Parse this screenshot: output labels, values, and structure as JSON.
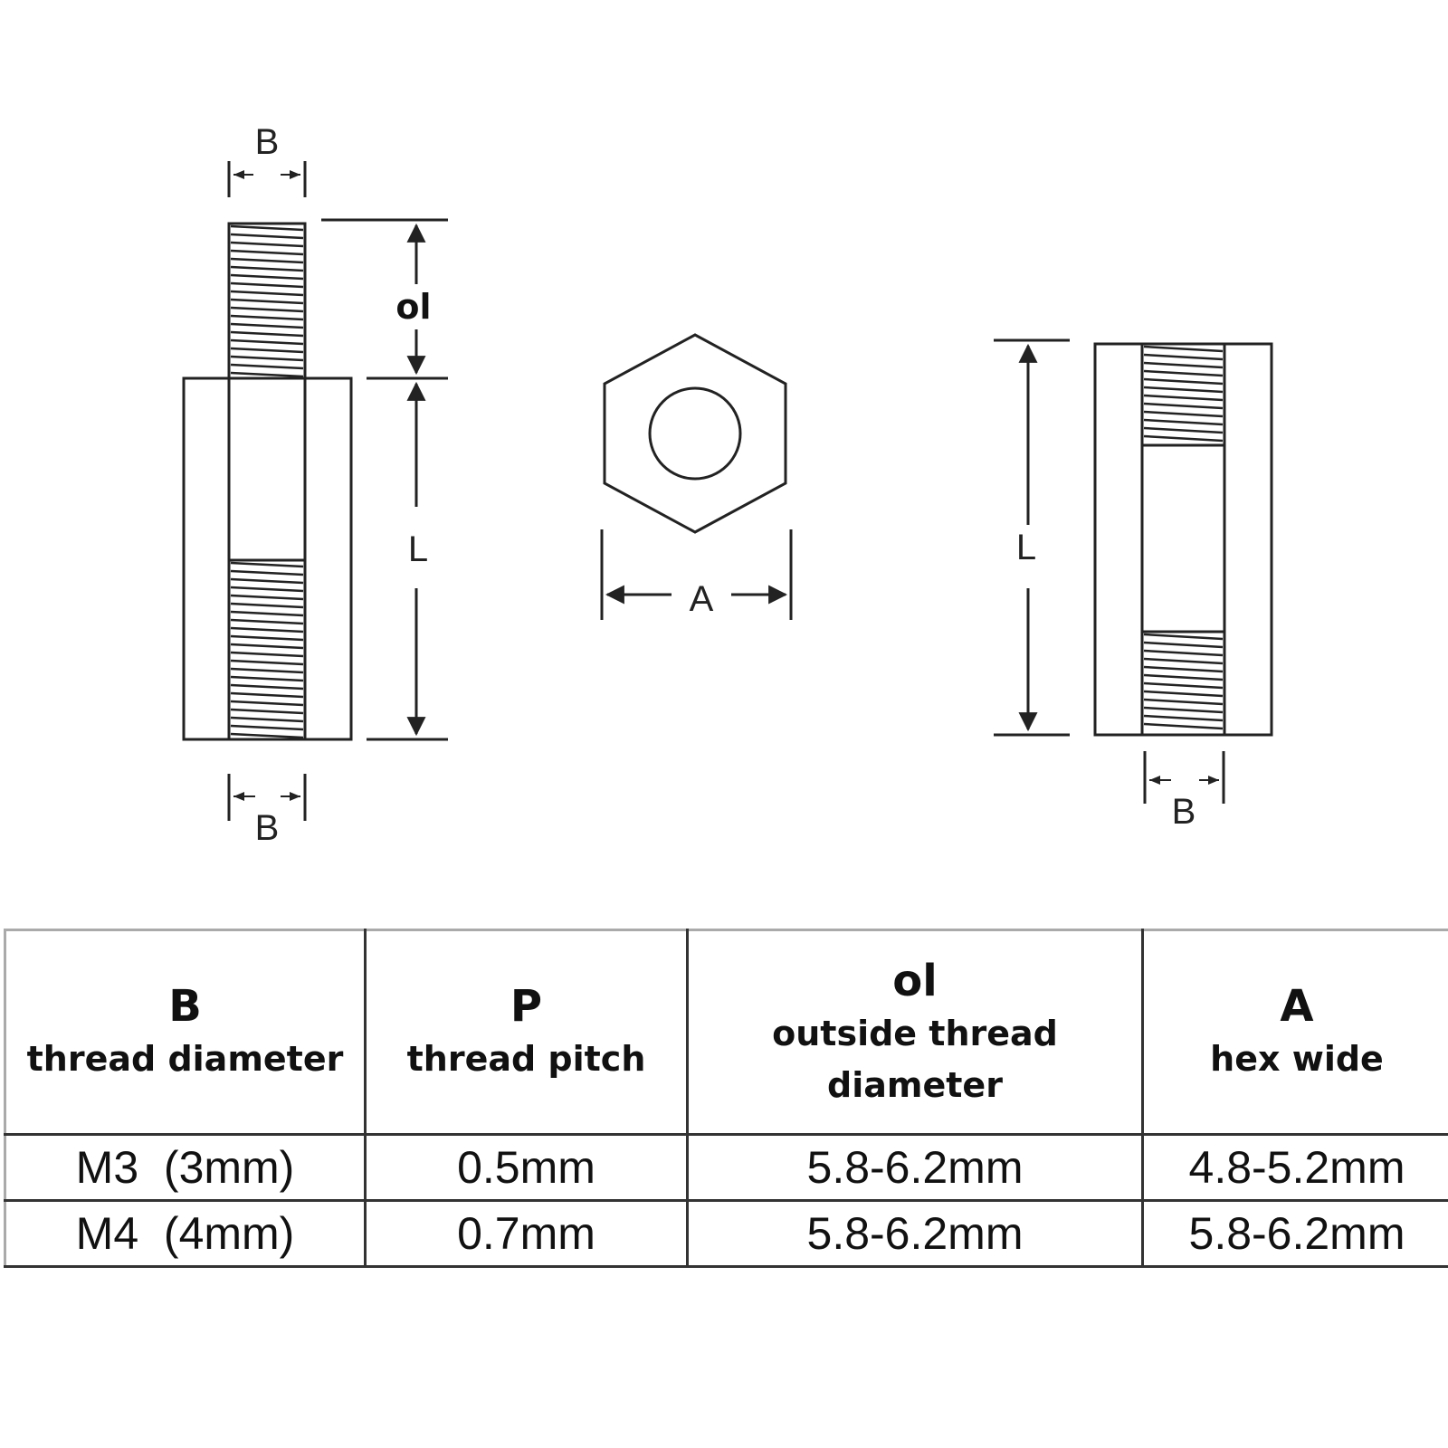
{
  "drawing": {
    "left_part": {
      "top_label_b": "B",
      "label_ol": "ol",
      "label_l": "L",
      "bottom_label_b": "B"
    },
    "middle_part": {
      "label_a": "A"
    },
    "right_part": {
      "label_l": "L",
      "bottom_label_b": "B"
    }
  },
  "table": {
    "headers": [
      {
        "symbol": "B",
        "desc_1": "thread diameter",
        "desc_2": ""
      },
      {
        "symbol": "P",
        "desc_1": "thread pitch",
        "desc_2": ""
      },
      {
        "symbol": "ol",
        "desc_1": "outside thread",
        "desc_2": "diameter"
      },
      {
        "symbol": "A",
        "desc_1": "hex wide",
        "desc_2": ""
      }
    ],
    "rows": [
      [
        "M3  (3mm)",
        "0.5mm",
        "5.8-6.2mm",
        "4.8-5.2mm"
      ],
      [
        "M4  (4mm)",
        "0.7mm",
        "5.8-6.2mm",
        "5.8-6.2mm"
      ]
    ]
  },
  "colors": {
    "line": "#222222",
    "background": "#ffffff"
  }
}
